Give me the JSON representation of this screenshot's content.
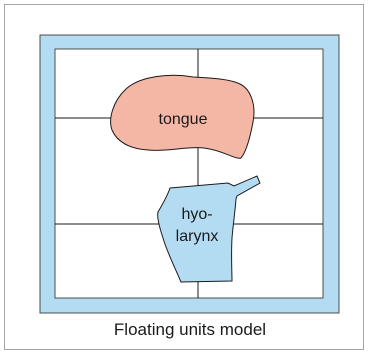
{
  "diagram": {
    "caption": "Floating units model",
    "units": [
      {
        "id": "tongue",
        "label_lines": [
          "tongue"
        ]
      },
      {
        "id": "hyo-larynx",
        "label_lines": [
          "hyo-",
          "larynx"
        ]
      }
    ],
    "colors": {
      "frame_border": "#a6a6a6",
      "boundary_fill": "#b3dbf2",
      "boundary_stroke": "#4d4d4d",
      "grid_line": "#1a1a1a",
      "tongue_fill": "#f4b7a5",
      "hyolarynx_fill": "#b3dbf2",
      "shape_stroke": "#1a1a1a"
    }
  }
}
